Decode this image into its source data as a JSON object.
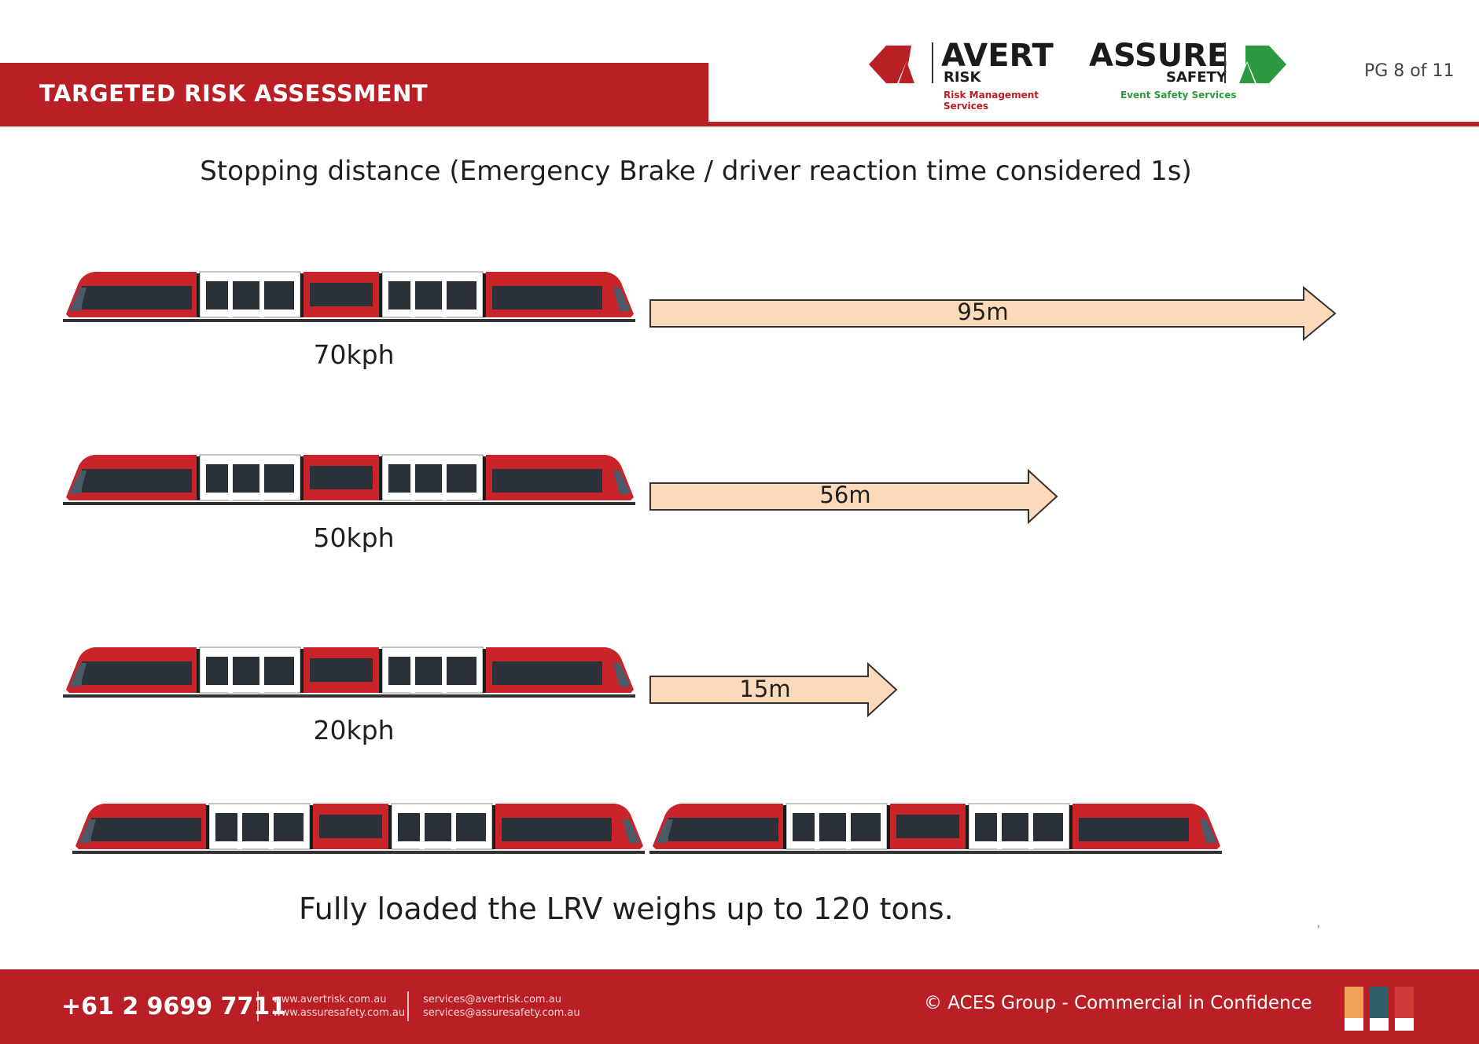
{
  "header": {
    "title": "TARGETED RISK ASSESSMENT",
    "page": "PG 8 of 11",
    "colors": {
      "brand_red": "#b91f24",
      "brand_green": "#2e9a3f"
    }
  },
  "logos": {
    "avert": {
      "word": "AVERT",
      "sub": "RISK",
      "tagline": "Risk Management Services"
    },
    "assure": {
      "word": "ASSURE",
      "sub": "SAFETY",
      "tagline": "Event Safety Services"
    }
  },
  "slide": {
    "heading": "Stopping distance (Emergency Brake / driver reaction time considered  1s)",
    "rows": [
      {
        "speed": "70kph",
        "distance": "95m"
      },
      {
        "speed": "50kph",
        "distance": "56m"
      },
      {
        "speed": "20kph",
        "distance": "15m"
      }
    ],
    "note": "Fully loaded the LRV weighs up to 120 tons."
  },
  "footer": {
    "phone": "+61 2 9699 7711",
    "web_1": "www.avertrisk.com.au",
    "web_2": "www.assuresafety.com.au",
    "email_1": "services@avertrisk.com.au",
    "email_2": "services@assuresafety.com.au",
    "copyright": "© ACES Group - Commercial in Confidence",
    "cert_icons": [
      "certification-badge-icon",
      "certification-badge-icon",
      "certification-badge-icon"
    ]
  }
}
